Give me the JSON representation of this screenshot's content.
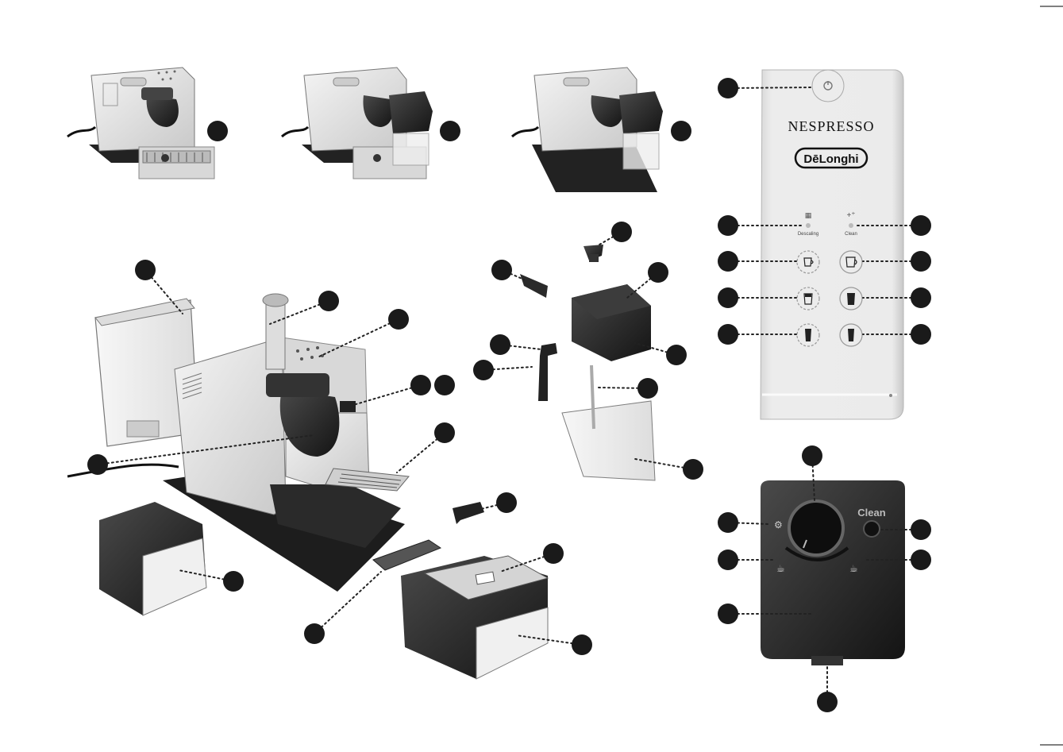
{
  "panel": {
    "brand_primary": "NESPRESSO",
    "brand_secondary": "DēLonghi",
    "descaling_label": "Descaling",
    "clean_label": "Clean"
  },
  "frother": {
    "clean_label": "Clean"
  },
  "colors": {
    "callout": "#1a1a1a",
    "appliance_body": "#e6e6e6",
    "appliance_dark": "#2b2b2b",
    "panel_bg": "#e8e8e8"
  },
  "icons": [
    "power-icon",
    "descaling-icon",
    "clean-icon",
    "espresso-cup-icon",
    "lungo-cup-icon",
    "latte-glass-icon",
    "cappuccino-glass-icon",
    "latte-macchiato-glass-icon",
    "frothing-knob-icon"
  ]
}
